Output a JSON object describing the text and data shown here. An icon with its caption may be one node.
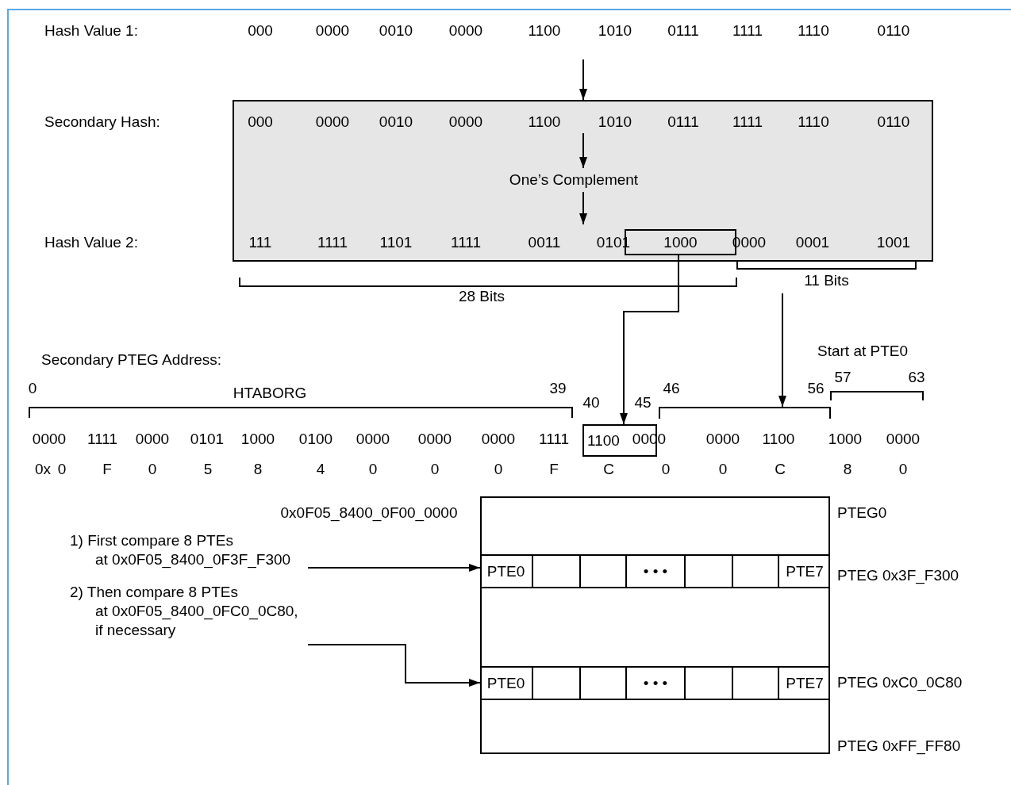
{
  "diagram": {
    "nodes": [
      {
        "text": [],
        "shape": "box"
      },
      {
        "text": [
          "One’s Complement"
        ],
        "in": 0
      },
      {
        "text": [
          "1000"
        ],
        "in": 0
      },
      {
        "text": [
          "11 Bits"
        ]
      },
      {
        "text": [
          "1100"
        ]
      },
      {
        "text": [],
        "shape": "bar"
      },
      {
        "text": [
          "1) First compare 8 PTEs at 0x0F05_8400_0F3F_F300"
        ]
      },
      {
        "text": [
          "2) Then compare 8 PTEs at 0x0F05_8400_0FC0_0C80, if necessary"
        ]
      },
      {
        "text": [],
        "shape": "box"
      },
      {
        "text": [
          "PTE0"
        ],
        "in": 8
      },
      {
        "text": [],
        "shape": "box",
        "in": 8
      },
      {
        "text": [],
        "shape": "box",
        "in": 8
      },
      {
        "text": [
          "• • •"
        ],
        "in": 8
      },
      {
        "text": [],
        "shape": "box",
        "in": 8
      },
      {
        "text": [],
        "shape": "box",
        "in": 8
      },
      {
        "text": [
          "PTE7"
        ],
        "in": 8
      },
      {
        "text": [
          "PTE0"
        ],
        "in": 8
      },
      {
        "text": [],
        "shape": "box",
        "in": 8
      },
      {
        "text": [],
        "shape": "box",
        "in": 8
      },
      {
        "text": [
          "• • •"
        ],
        "in": 8
      },
      {
        "text": [],
        "shape": "box",
        "in": 8
      },
      {
        "text": [],
        "shape": "box",
        "in": 8
      },
      {
        "text": [
          "PTE7"
        ],
        "in": 8
      }
    ],
    "edges": [
      {
        "from": null,
        "to": 0,
        "arrow": "to"
      },
      {
        "from": null,
        "to": 1,
        "arrow": "to"
      },
      {
        "from": 1,
        "to": null,
        "arrow": "to"
      },
      {
        "from": 2,
        "to": 4,
        "arrow": "to"
      },
      {
        "from": 3,
        "to": 5,
        "arrow": "to"
      },
      {
        "from": 6,
        "to": 9,
        "arrow": "to"
      },
      {
        "from": 7,
        "to": 16,
        "arrow": "to"
      }
    ],
    "labels": [
      "Hash Value 1:",
      "000",
      "0000",
      "0010",
      "0000",
      "1100",
      "1010",
      "0111",
      "1111",
      "1110",
      "0110",
      "Secondary Hash:",
      "000",
      "0000",
      "0010",
      "0000",
      "1100",
      "1010",
      "0111",
      "1111",
      "1110",
      "0110",
      "Hash Value 2:",
      "111",
      "1111",
      "1101",
      "1111",
      "0011",
      "0101",
      "0000",
      "0001",
      "1001",
      "28 Bits",
      "Secondary PTEG Address:",
      "Start at PTE0",
      "0",
      "HTABORG",
      "39",
      "40",
      "45",
      "46",
      "56",
      "57",
      "63",
      "0000",
      "1111",
      "0000",
      "0101",
      "1000",
      "0100",
      "0000",
      "0000",
      "0000",
      "1111",
      "0000",
      "0000",
      "1100",
      "1000",
      "0000",
      "0x",
      "0",
      "F",
      "0",
      "5",
      "8",
      "4",
      "0",
      "0",
      "0",
      "F",
      "C",
      "0",
      "0",
      "C",
      "8",
      "0",
      "0x0F05_8400_0F00_0000",
      "PTEG0",
      "PTEG 0x3F_F300",
      "PTEG 0xC0_0C80",
      "PTEG 0xFF_FF80"
    ]
  }
}
